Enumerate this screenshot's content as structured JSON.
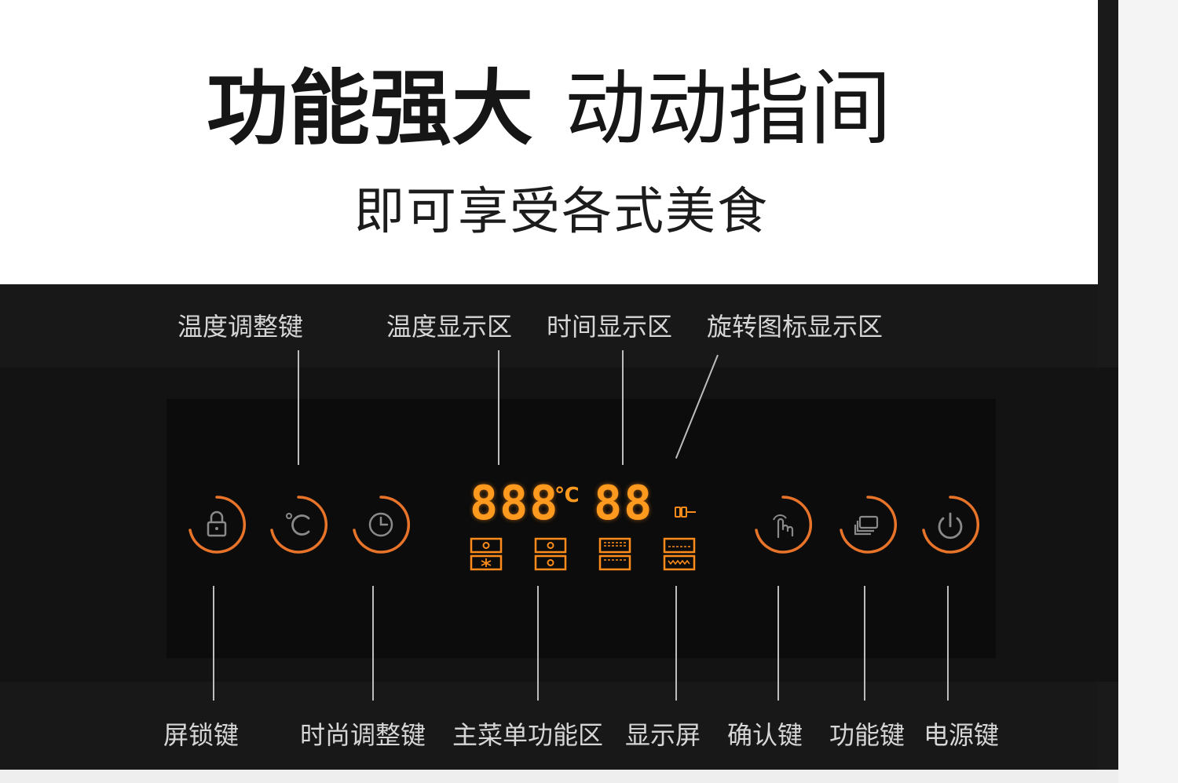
{
  "header": {
    "title_bold": "功能强大",
    "title_light": "动动指间",
    "subtitle": "即可享受各式美食"
  },
  "display": {
    "temperature": "888",
    "temp_unit": "℃",
    "time": "88"
  },
  "top_labels": {
    "temp_adjust": "温度调整键",
    "temp_display": "温度显示区",
    "time_display": "时间显示区",
    "rotate_display": "旋转图标显示区"
  },
  "bottom_labels": {
    "lock": "屏锁键",
    "time_adjust": "时尚调整键",
    "main_menu": "主菜单功能区",
    "screen": "显示屏",
    "confirm": "确认键",
    "function": "功能键",
    "power": "电源键"
  },
  "colors": {
    "accent": "#ff9a1f",
    "panel": "#0c0c0c",
    "label": "#d6d6d6"
  },
  "icons": [
    "lock-icon",
    "celsius-icon",
    "clock-icon",
    "rotisserie-icon",
    "touch-icon",
    "layers-icon",
    "power-icon"
  ]
}
